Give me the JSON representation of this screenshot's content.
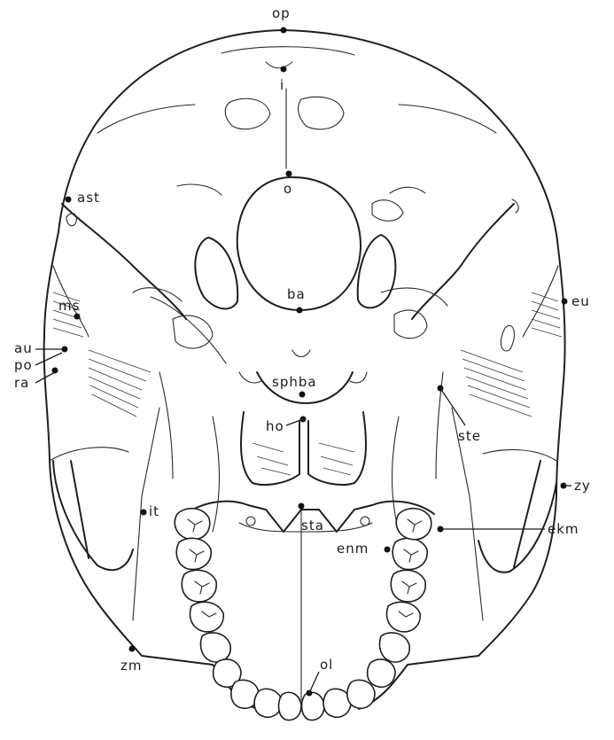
{
  "landmarks": {
    "op": "op",
    "i": "i",
    "o": "o",
    "ast": "ast",
    "ba": "ba",
    "eu": "eu",
    "ms": "ms",
    "au": "au",
    "po": "po",
    "ra": "ra",
    "sphba": "sphba",
    "ho": "ho",
    "ste": "ste",
    "zy": "zy",
    "it": "it",
    "sta": "sta",
    "ekm": "ekm",
    "enm": "enm",
    "zm": "zm",
    "ol": "ol"
  },
  "colors": {
    "ink": "#1f1f1f",
    "paper": "#ffffff"
  }
}
